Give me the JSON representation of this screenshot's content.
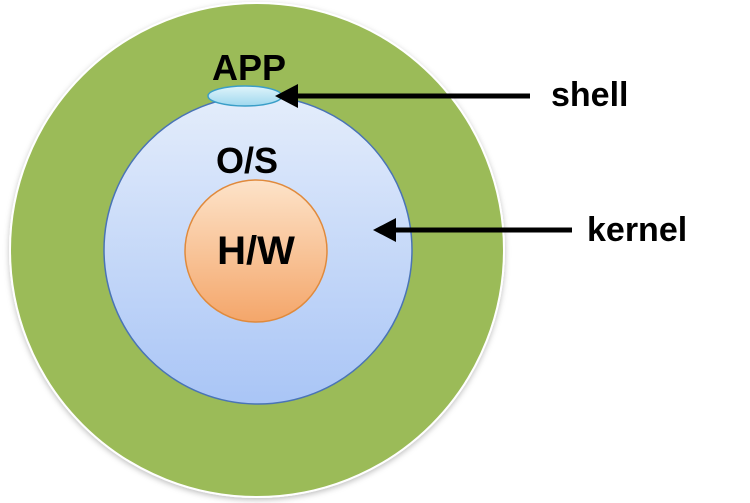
{
  "labels": {
    "app": "APP",
    "os": "O/S",
    "hw": "H/W",
    "shell": "shell",
    "kernel": "kernel"
  },
  "colors": {
    "app_ring": "#9bbb59",
    "os_fill_top": "#e4edfb",
    "os_fill_bottom": "#a9c5f6",
    "os_stroke": "#4a74b5",
    "hw_fill_top": "#fde3c9",
    "hw_fill_bottom": "#f4a66a",
    "hw_stroke": "#e08a3c",
    "shell_fill": "#bfe6f5",
    "shell_stroke": "#3a9ec8",
    "arrow": "#000000"
  }
}
